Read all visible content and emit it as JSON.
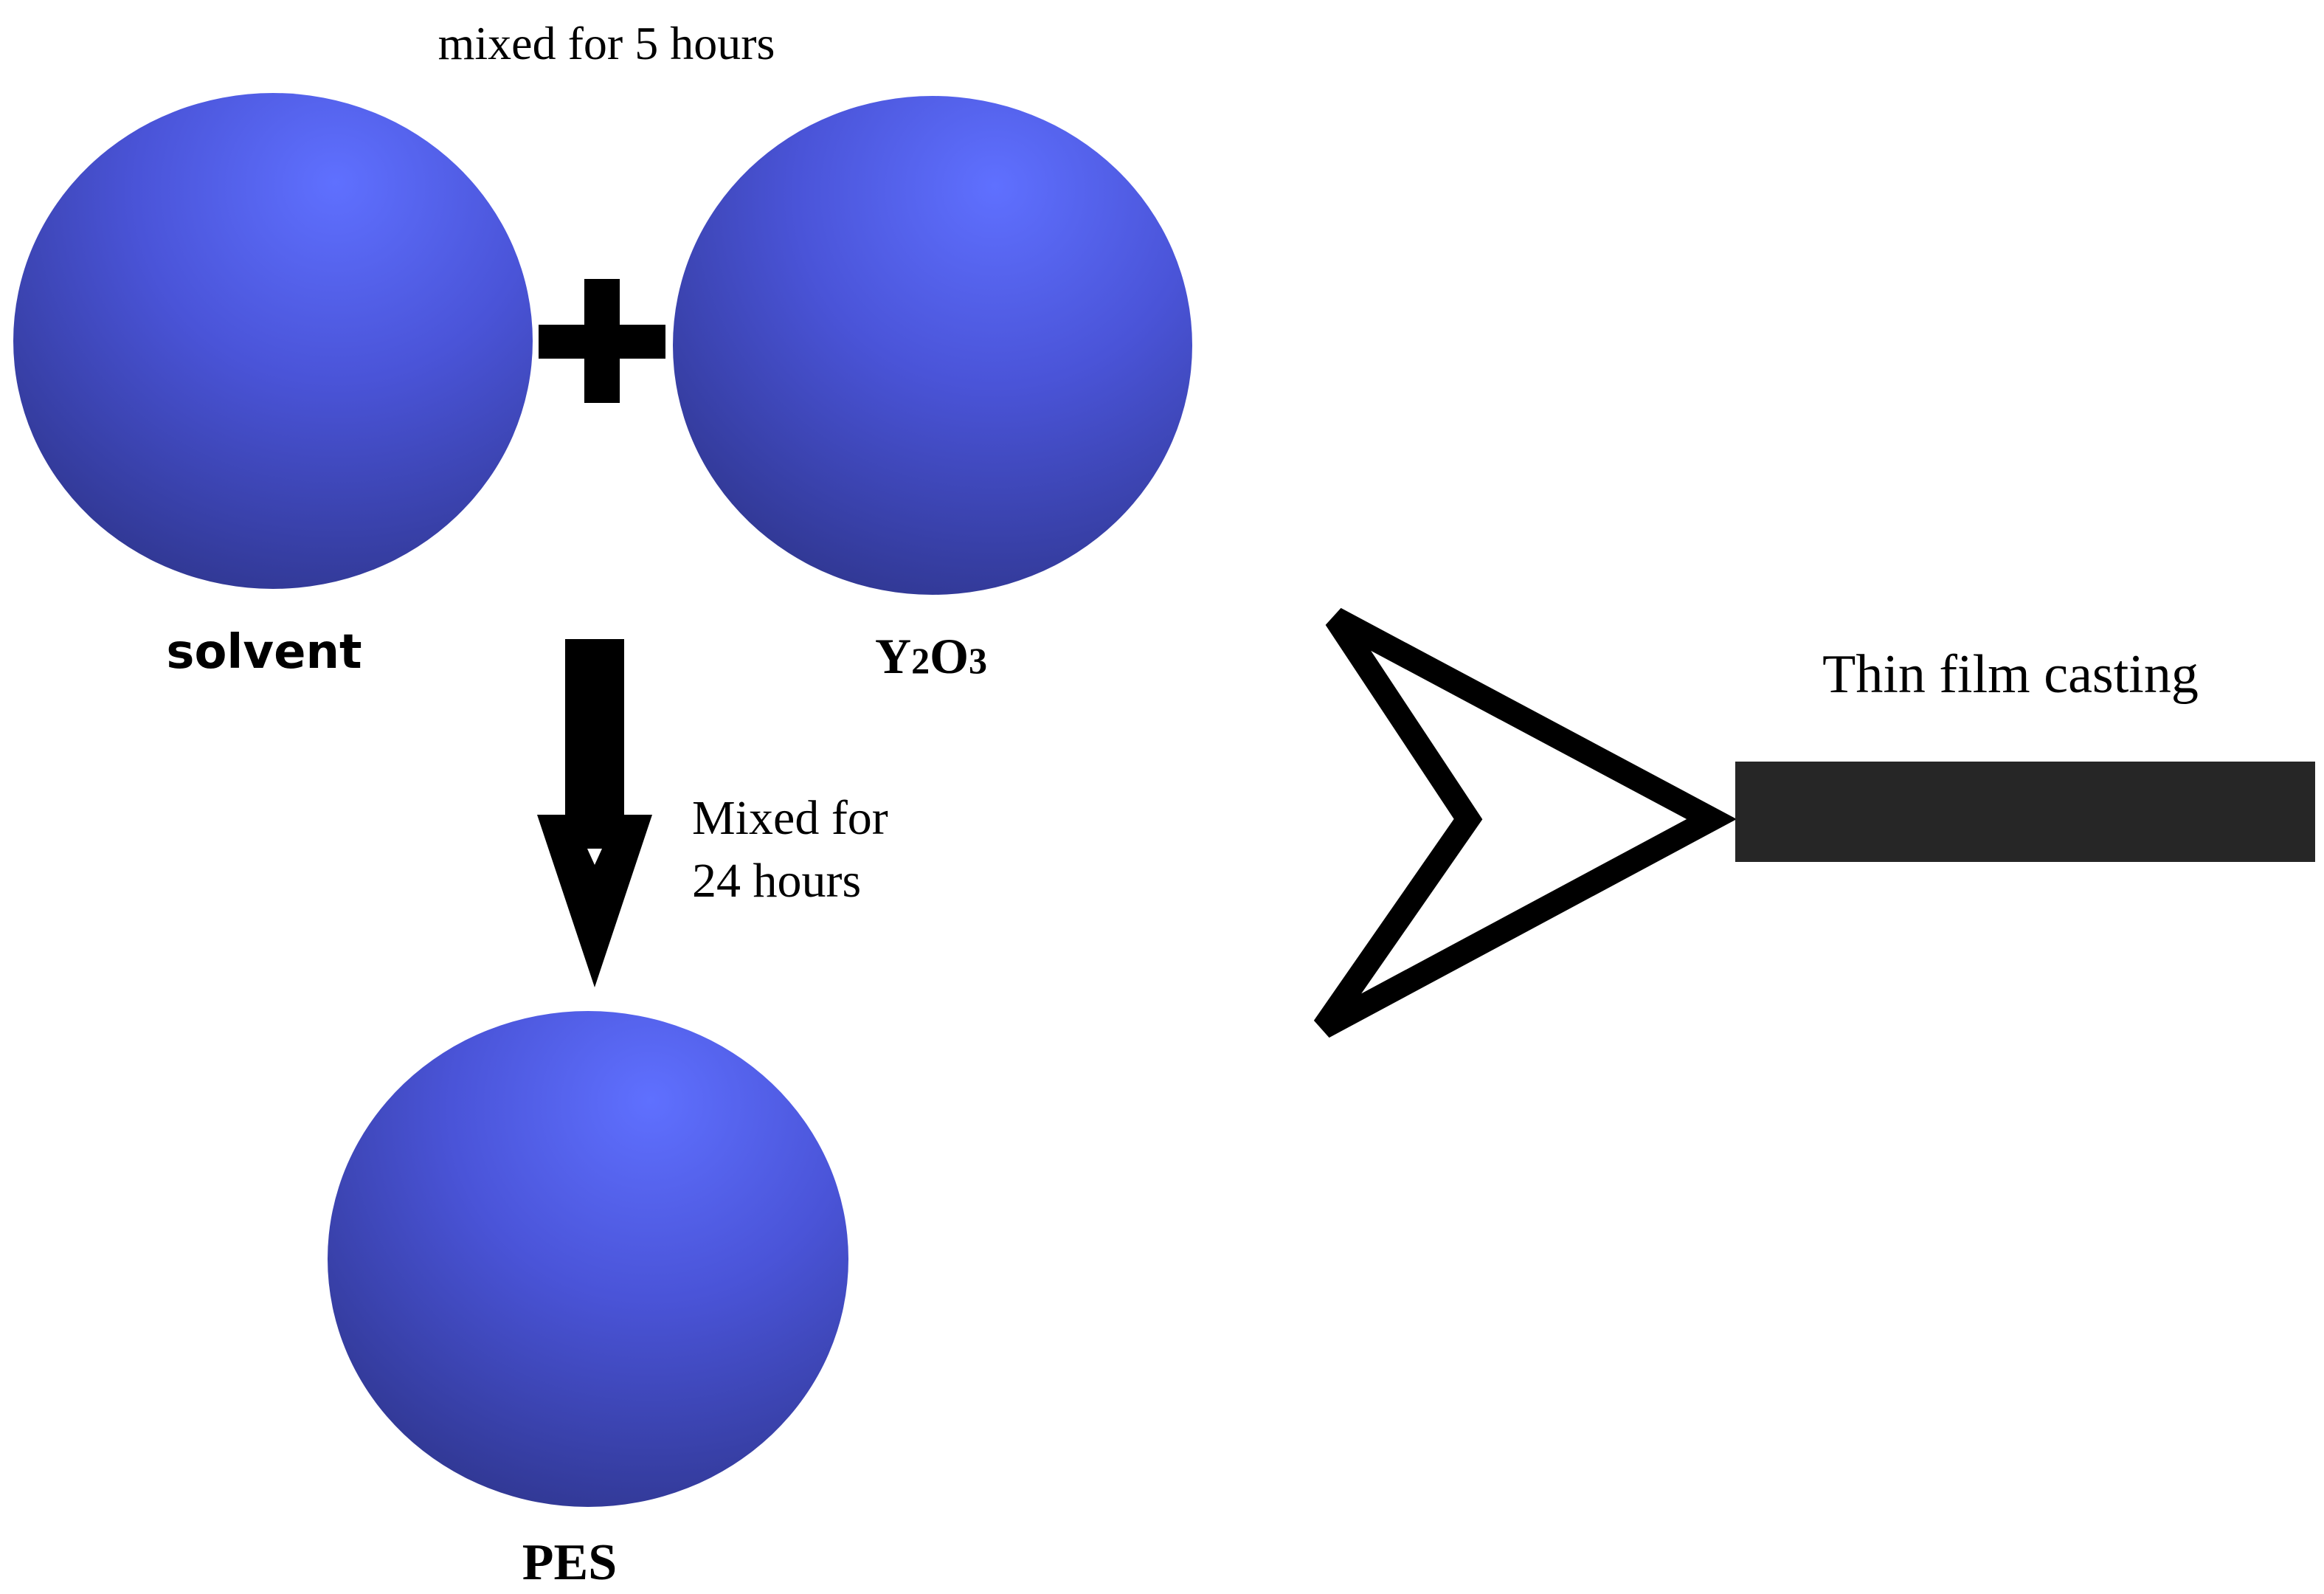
{
  "step1": {
    "caption": "mixed for 5 hours",
    "left_sphere_label": "solvent",
    "right_sphere_label_main": "Y",
    "right_sphere_label_sub1": "2",
    "right_sphere_label_mid": "O",
    "right_sphere_label_sub2": "3"
  },
  "step2": {
    "caption_line1": "Mixed for",
    "caption_line2": "24 hours",
    "sphere_label": "PES"
  },
  "step3": {
    "caption": "Thin film casting"
  },
  "colors": {
    "sphere_light": "#5b6bff",
    "sphere_mid": "#4a52d6",
    "sphere_dark": "#2e348c",
    "film_bar": "#262626",
    "stroke": "#000000"
  },
  "icons": {
    "plus": "plus-icon",
    "down_arrow": "arrow-down-icon",
    "right_chevron": "chevron-right-icon"
  }
}
